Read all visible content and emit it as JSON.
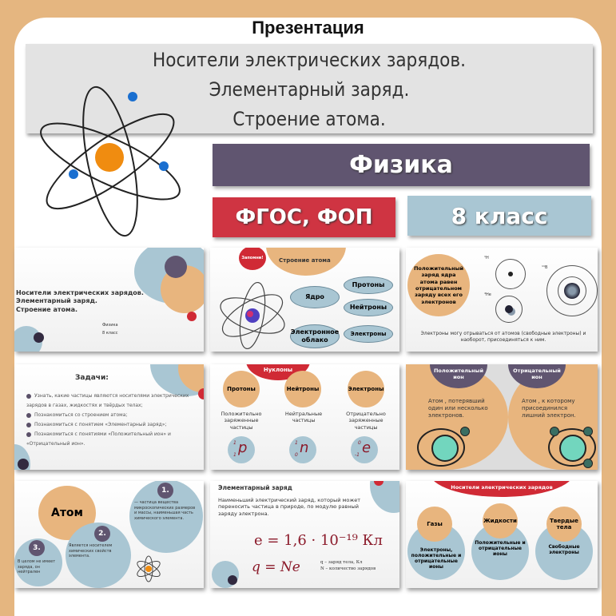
{
  "header": {
    "label": "Презентация",
    "title_lines": [
      "Носители электрических зарядов.",
      "Элементарный заряд.",
      "Строение атома."
    ],
    "subject": "Физика",
    "standard": "ФГОС, ФОП",
    "grade": "8 класс"
  },
  "slides": {
    "s1": {
      "title_lines": [
        "Носители электрических зарядов.",
        "Элементарный заряд.",
        "Строение атома."
      ],
      "subject": "Физика",
      "grade": "8 класс"
    },
    "s2": {
      "badge": "Запомни!",
      "title": "Строение атома",
      "nucleus": "Ядро",
      "protons": "Протоны",
      "neutrons": "Нейтроны",
      "cloud": "Электронное облако",
      "electrons": "Электроны"
    },
    "s3": {
      "circle_text": "Положительный заряд ядра атома равен отрицательном заряду всех его электронов",
      "h": "¹H",
      "he": "⁴He",
      "b": "¹¹B",
      "caption": "Электроны могу отрываться от атомов (свободные электроны) и наоборот, присоединяться к ним."
    },
    "s4": {
      "title": "Задачи:",
      "items": [
        "Узнать, какие частицы являются носителями электрических зарядов в газах, жидкостях и твёрдых телах;",
        "Познакомиться со строением атома;",
        "Познакомиться с понятием «Элементарный заряд»;",
        "Познакомиться с понятиями «Положительный ион» и «Отрицательный ион»."
      ]
    },
    "s5": {
      "banner": "Нуклоны",
      "cols": [
        {
          "name": "Протоны",
          "desc": "Положительно заряженные частицы",
          "sym": "p",
          "top": "1",
          "bottom": "1"
        },
        {
          "name": "Нейтроны",
          "desc": "Нейтральные частицы",
          "sym": "n",
          "top": "1",
          "bottom": "0"
        },
        {
          "name": "Электроны",
          "desc": "Отрицательно заряженные частицы",
          "sym": "e",
          "top": "0",
          "bottom": "-1"
        }
      ]
    },
    "s6": {
      "pos_title": "Положительный ион",
      "pos_desc": "Атом , потерявший один или несколько электронов.",
      "neg_title": "Отрицательный ион",
      "neg_desc": "Атом , к которому присоединился лишний электрон."
    },
    "s7": {
      "title": "Атом",
      "n1": "1.",
      "t1": "— частица вещества микроскопических размеров и массы, наименьшая часть химического элемента.",
      "n2": "2.",
      "t2": "Является носителем химических свойств элемента.",
      "n3": "3.",
      "t3": "В целом не имеет заряда, он нейтрален"
    },
    "s8": {
      "title": "Элементарный заряд",
      "text": "Наименьший электрический заряд, который может переносить частица в природе, по модулю равный заряду электрона.",
      "formula1": "e = 1,6 · 10⁻¹⁹ Кл",
      "formula2": "q = Ne",
      "legend1": "q – заряд тела, Кл",
      "legend2": "N – количество зарядов"
    },
    "s9": {
      "banner": "Носители электрических зарядов",
      "cols": [
        {
          "name": "Газы",
          "desc": "Электроны, положительные и отрицательные ионы"
        },
        {
          "name": "Жидкости",
          "desc": "Положительные и отрицательные ионы"
        },
        {
          "name": "Твердые тела",
          "desc": "Свободные электроны"
        }
      ]
    }
  },
  "colors": {
    "tan": "#e5b680",
    "purple": "#605570",
    "red": "#cf3442",
    "blue": "#a9c6d3",
    "orange": "#e8b57e"
  }
}
